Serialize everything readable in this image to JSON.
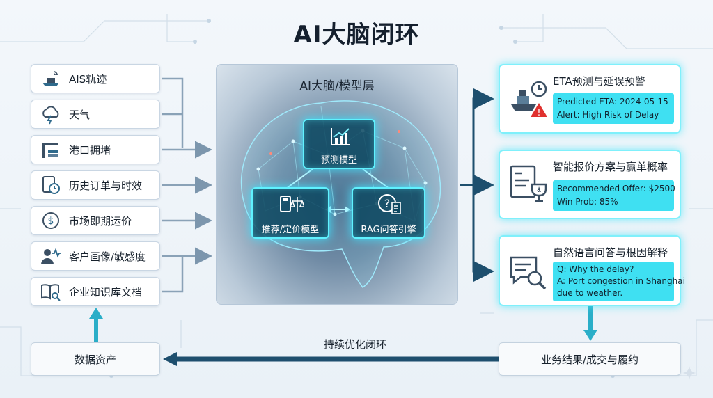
{
  "title": "AI大脑闭环",
  "inputs": [
    {
      "label": "AIS轨迹",
      "icon": "ship-signal-icon"
    },
    {
      "label": "天气",
      "icon": "cloud-lightning-icon"
    },
    {
      "label": "港口拥堵",
      "icon": "port-crane-icon"
    },
    {
      "label": "历史订单与时效",
      "icon": "document-clock-icon"
    },
    {
      "label": "市场即期运价",
      "icon": "dollar-cycle-icon"
    },
    {
      "label": "客户画像/敏感度",
      "icon": "customer-pulse-icon"
    },
    {
      "label": "企业知识库文档",
      "icon": "book-search-icon"
    }
  ],
  "brain": {
    "title": "AI大脑/模型层",
    "forecast_model": "预测模型",
    "pricing_model": "推荐/定价模型",
    "rag_model": "RAG问答引擎"
  },
  "outputs": [
    {
      "title": "ETA预测与延误预警",
      "icon": "ship-alert-icon",
      "lines": [
        "Predicted ETA: 2024-05-15",
        "Alert: High Risk of Delay"
      ]
    },
    {
      "title": "智能报价方案与赢单概率",
      "icon": "quote-trophy-icon",
      "lines": [
        "Recommended Offer: $2500",
        "Win Prob: 85%"
      ]
    },
    {
      "title": "自然语言问答与根因解释",
      "icon": "chat-search-icon",
      "lines": [
        "Q: Why the delay?",
        "A: Port congestion in Shanghai",
        "due to weather."
      ]
    }
  ],
  "bottom": {
    "data_assets": "数据资产",
    "business_results": "业务结果/成交与履约",
    "loop_label": "持续优化闭环"
  },
  "colors": {
    "accent": "#3fe0f2",
    "glow": "#5ff2ff",
    "arrow": "#1e4f6e",
    "alert": "#e0312f"
  }
}
